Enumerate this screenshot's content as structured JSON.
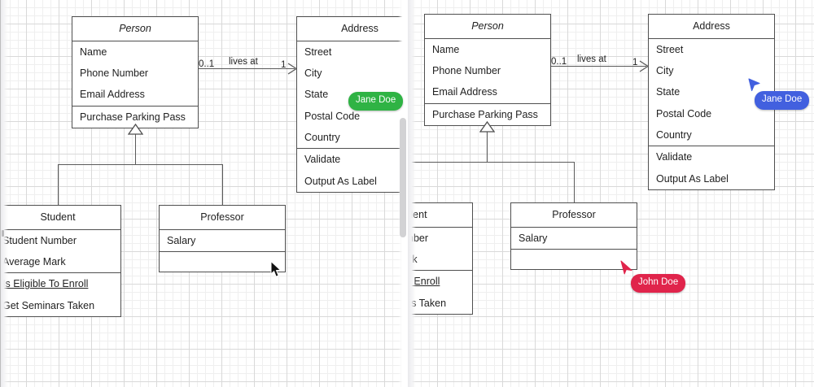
{
  "app": {
    "view": "uml-class-diagram-collaborative",
    "panes": [
      "left-pane",
      "right-pane"
    ]
  },
  "diagram": {
    "classes": [
      {
        "id": "person",
        "name": "Person",
        "abstract": true,
        "attributes": [
          "Name",
          "Phone Number",
          "Email Address"
        ],
        "operations": [
          "Purchase Parking Pass"
        ]
      },
      {
        "id": "address",
        "name": "Address",
        "abstract": false,
        "attributes": [
          "Street",
          "City",
          "State",
          "Postal Code",
          "Country"
        ],
        "operations": [
          "Validate",
          "Output As Label"
        ]
      },
      {
        "id": "student",
        "name": "Student",
        "abstract": false,
        "attributes": [
          "Student Number",
          "Average Mark"
        ],
        "operations": [
          "Is Eligible To Enroll",
          "Get Seminars Taken"
        ]
      },
      {
        "id": "professor",
        "name": "Professor",
        "abstract": false,
        "attributes": [
          "Salary"
        ],
        "operations": [
          ""
        ]
      }
    ],
    "association": {
      "label": "lives at",
      "source_multiplicity": "0..1",
      "target_multiplicity": "1",
      "from": "Person",
      "to": "Address"
    },
    "generalizations": [
      {
        "from": "Student",
        "to": "Person"
      },
      {
        "from": "Professor",
        "to": "Person"
      }
    ]
  },
  "presence": {
    "left_pane": [
      {
        "name": "Jane Doe",
        "color": "#2fb344",
        "cursor": "none"
      }
    ],
    "right_pane": [
      {
        "name": "Jane Doe",
        "color": "#4260df",
        "cursor": "arrow"
      },
      {
        "name": "John Doe",
        "color": "#e0244b",
        "cursor": "arrow"
      }
    ],
    "local_pointer": {
      "pane": "left-pane",
      "cursor": "arrow-black"
    }
  },
  "colors": {
    "grid_major": "#d9d9d9",
    "grid_minor": "#efefef",
    "box_border": "#4f4f4f",
    "text": "#222222",
    "jane_green": "#2fb344",
    "jane_blue": "#4260df",
    "john_red": "#e0244b"
  }
}
